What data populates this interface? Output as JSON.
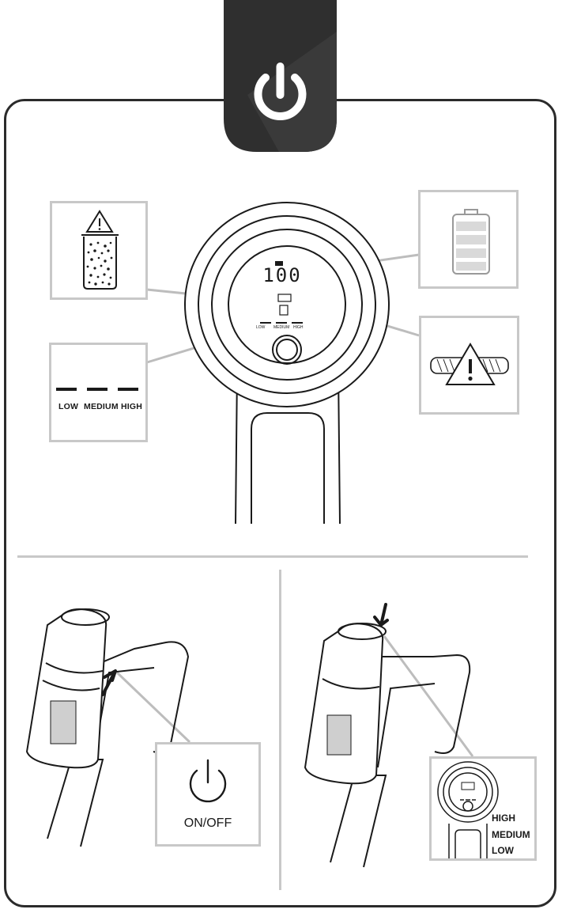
{
  "display": {
    "percent": "100",
    "speed_labels": [
      "LOW",
      "MEDIUM",
      "HIGH"
    ]
  },
  "legend_speed": {
    "low": "LOW",
    "medium": "MEDIUM",
    "high": "HIGH"
  },
  "power_button": {
    "label": "ON/OFF"
  },
  "speed_adjust": {
    "high": "HIGH",
    "medium": "MEDIUM",
    "low": "LOW"
  },
  "icons": {
    "power": "power-icon",
    "dustbin_warning": "dustbin-full-warning-icon",
    "battery": "battery-icon",
    "brush_warning": "brush-roll-warning-icon"
  },
  "colors": {
    "ink": "#1a1a1a",
    "tab": "#2f2f2f",
    "callout_border": "#c8c8c8",
    "leader_line": "#bdbdbd"
  }
}
